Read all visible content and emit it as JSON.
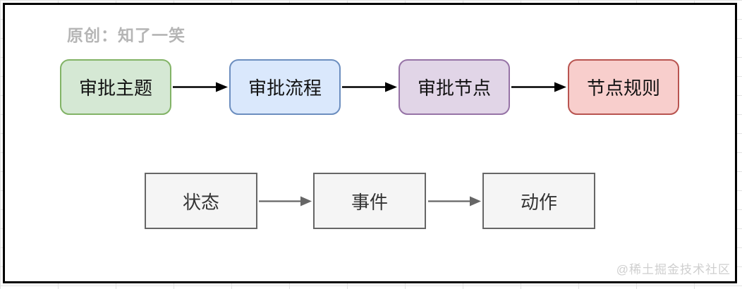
{
  "attribution": {
    "text": "原创：知了一笑",
    "color": "#b5b5b5"
  },
  "watermark": {
    "text": "@稀土掘金技术社区",
    "color": "#cfcfcf"
  },
  "main_flow": {
    "nodes": [
      {
        "label": "审批主题",
        "fill": "#d5e8d4",
        "stroke": "#82b366"
      },
      {
        "label": "审批流程",
        "fill": "#dae8fc",
        "stroke": "#6c8ebf"
      },
      {
        "label": "审批节点",
        "fill": "#e1d5e7",
        "stroke": "#9673a6"
      },
      {
        "label": "节点规则",
        "fill": "#f8cecc",
        "stroke": "#b85450"
      }
    ],
    "arrow_color": "#000000"
  },
  "sub_flow": {
    "nodes": [
      {
        "label": "状态",
        "fill": "#f5f5f5",
        "stroke": "#666666"
      },
      {
        "label": "事件",
        "fill": "#f5f5f5",
        "stroke": "#666666"
      },
      {
        "label": "动作",
        "fill": "#f5f5f5",
        "stroke": "#666666"
      }
    ],
    "arrow_color": "#666666"
  }
}
